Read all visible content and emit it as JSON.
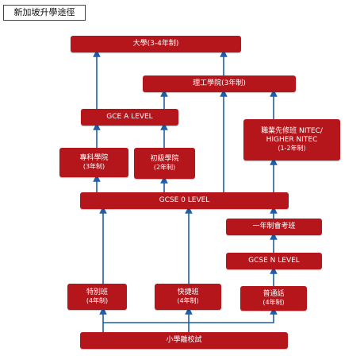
{
  "title": "新加坡升學途徑",
  "nodes": {
    "university": {
      "label": "大學(3-4年制)"
    },
    "polytechnic": {
      "label": "理工學院(3年制)"
    },
    "gce_a": {
      "label": "GCE A LEVEL"
    },
    "ite": {
      "label": "職業先修班 NITEC/",
      "label2": "HIGHER NITEC",
      "sub": "(1-2年制)"
    },
    "special_college": {
      "label": "專科學院",
      "sub": "(3年制)"
    },
    "junior_college": {
      "label": "初級學院",
      "sub": "(2年制)"
    },
    "gcse_o": {
      "label": "GCSE 0 LEVEL"
    },
    "one_year": {
      "label": "一年制會考班"
    },
    "gcse_n": {
      "label": "GCSE N LEVEL"
    },
    "special": {
      "label": "特別班",
      "sub": "(4年制)"
    },
    "express": {
      "label": "快捷班",
      "sub": "(4年制)"
    },
    "normal": {
      "label": "普通話",
      "sub": "(4年制)"
    },
    "psle": {
      "label": "小學離校試"
    }
  },
  "colors": {
    "box": "#b5161c",
    "arrow": "#1f5fa8"
  }
}
